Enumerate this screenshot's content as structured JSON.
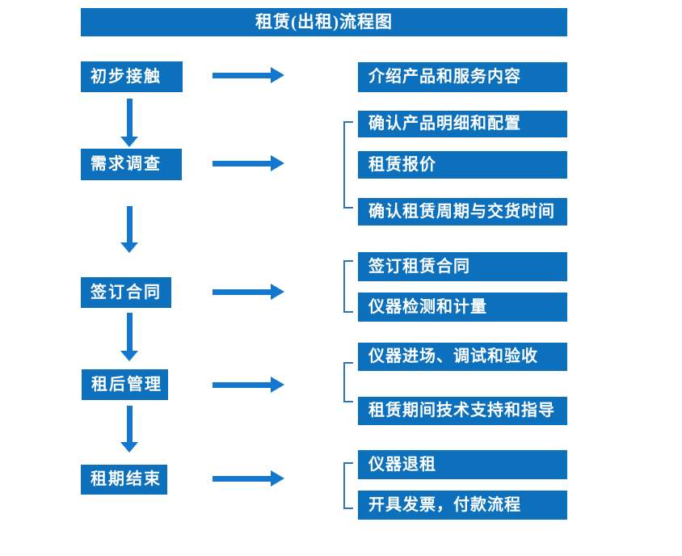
{
  "title": "租赁(出租)流程图",
  "colors": {
    "box_blue": "#0c70bd",
    "arrow_blue": "#1377cd",
    "bracket_blue": "#2e75b6",
    "text_white": "#ffffff"
  },
  "steps": [
    {
      "label": "初步接触",
      "details": [
        "介绍产品和服务内容"
      ]
    },
    {
      "label": "需求调查",
      "details": [
        "确认产品明细和配置",
        "租赁报价",
        "确认租赁周期与交货时间"
      ]
    },
    {
      "label": "签订合同",
      "details": [
        "签订租赁合同",
        "仪器检测和计量"
      ]
    },
    {
      "label": "租后管理",
      "details": [
        "仪器进场、调试和验收",
        "租赁期间技术支持和指导"
      ]
    },
    {
      "label": "租期结束",
      "details": [
        "仪器退租",
        "开具发票，付款流程"
      ]
    }
  ]
}
